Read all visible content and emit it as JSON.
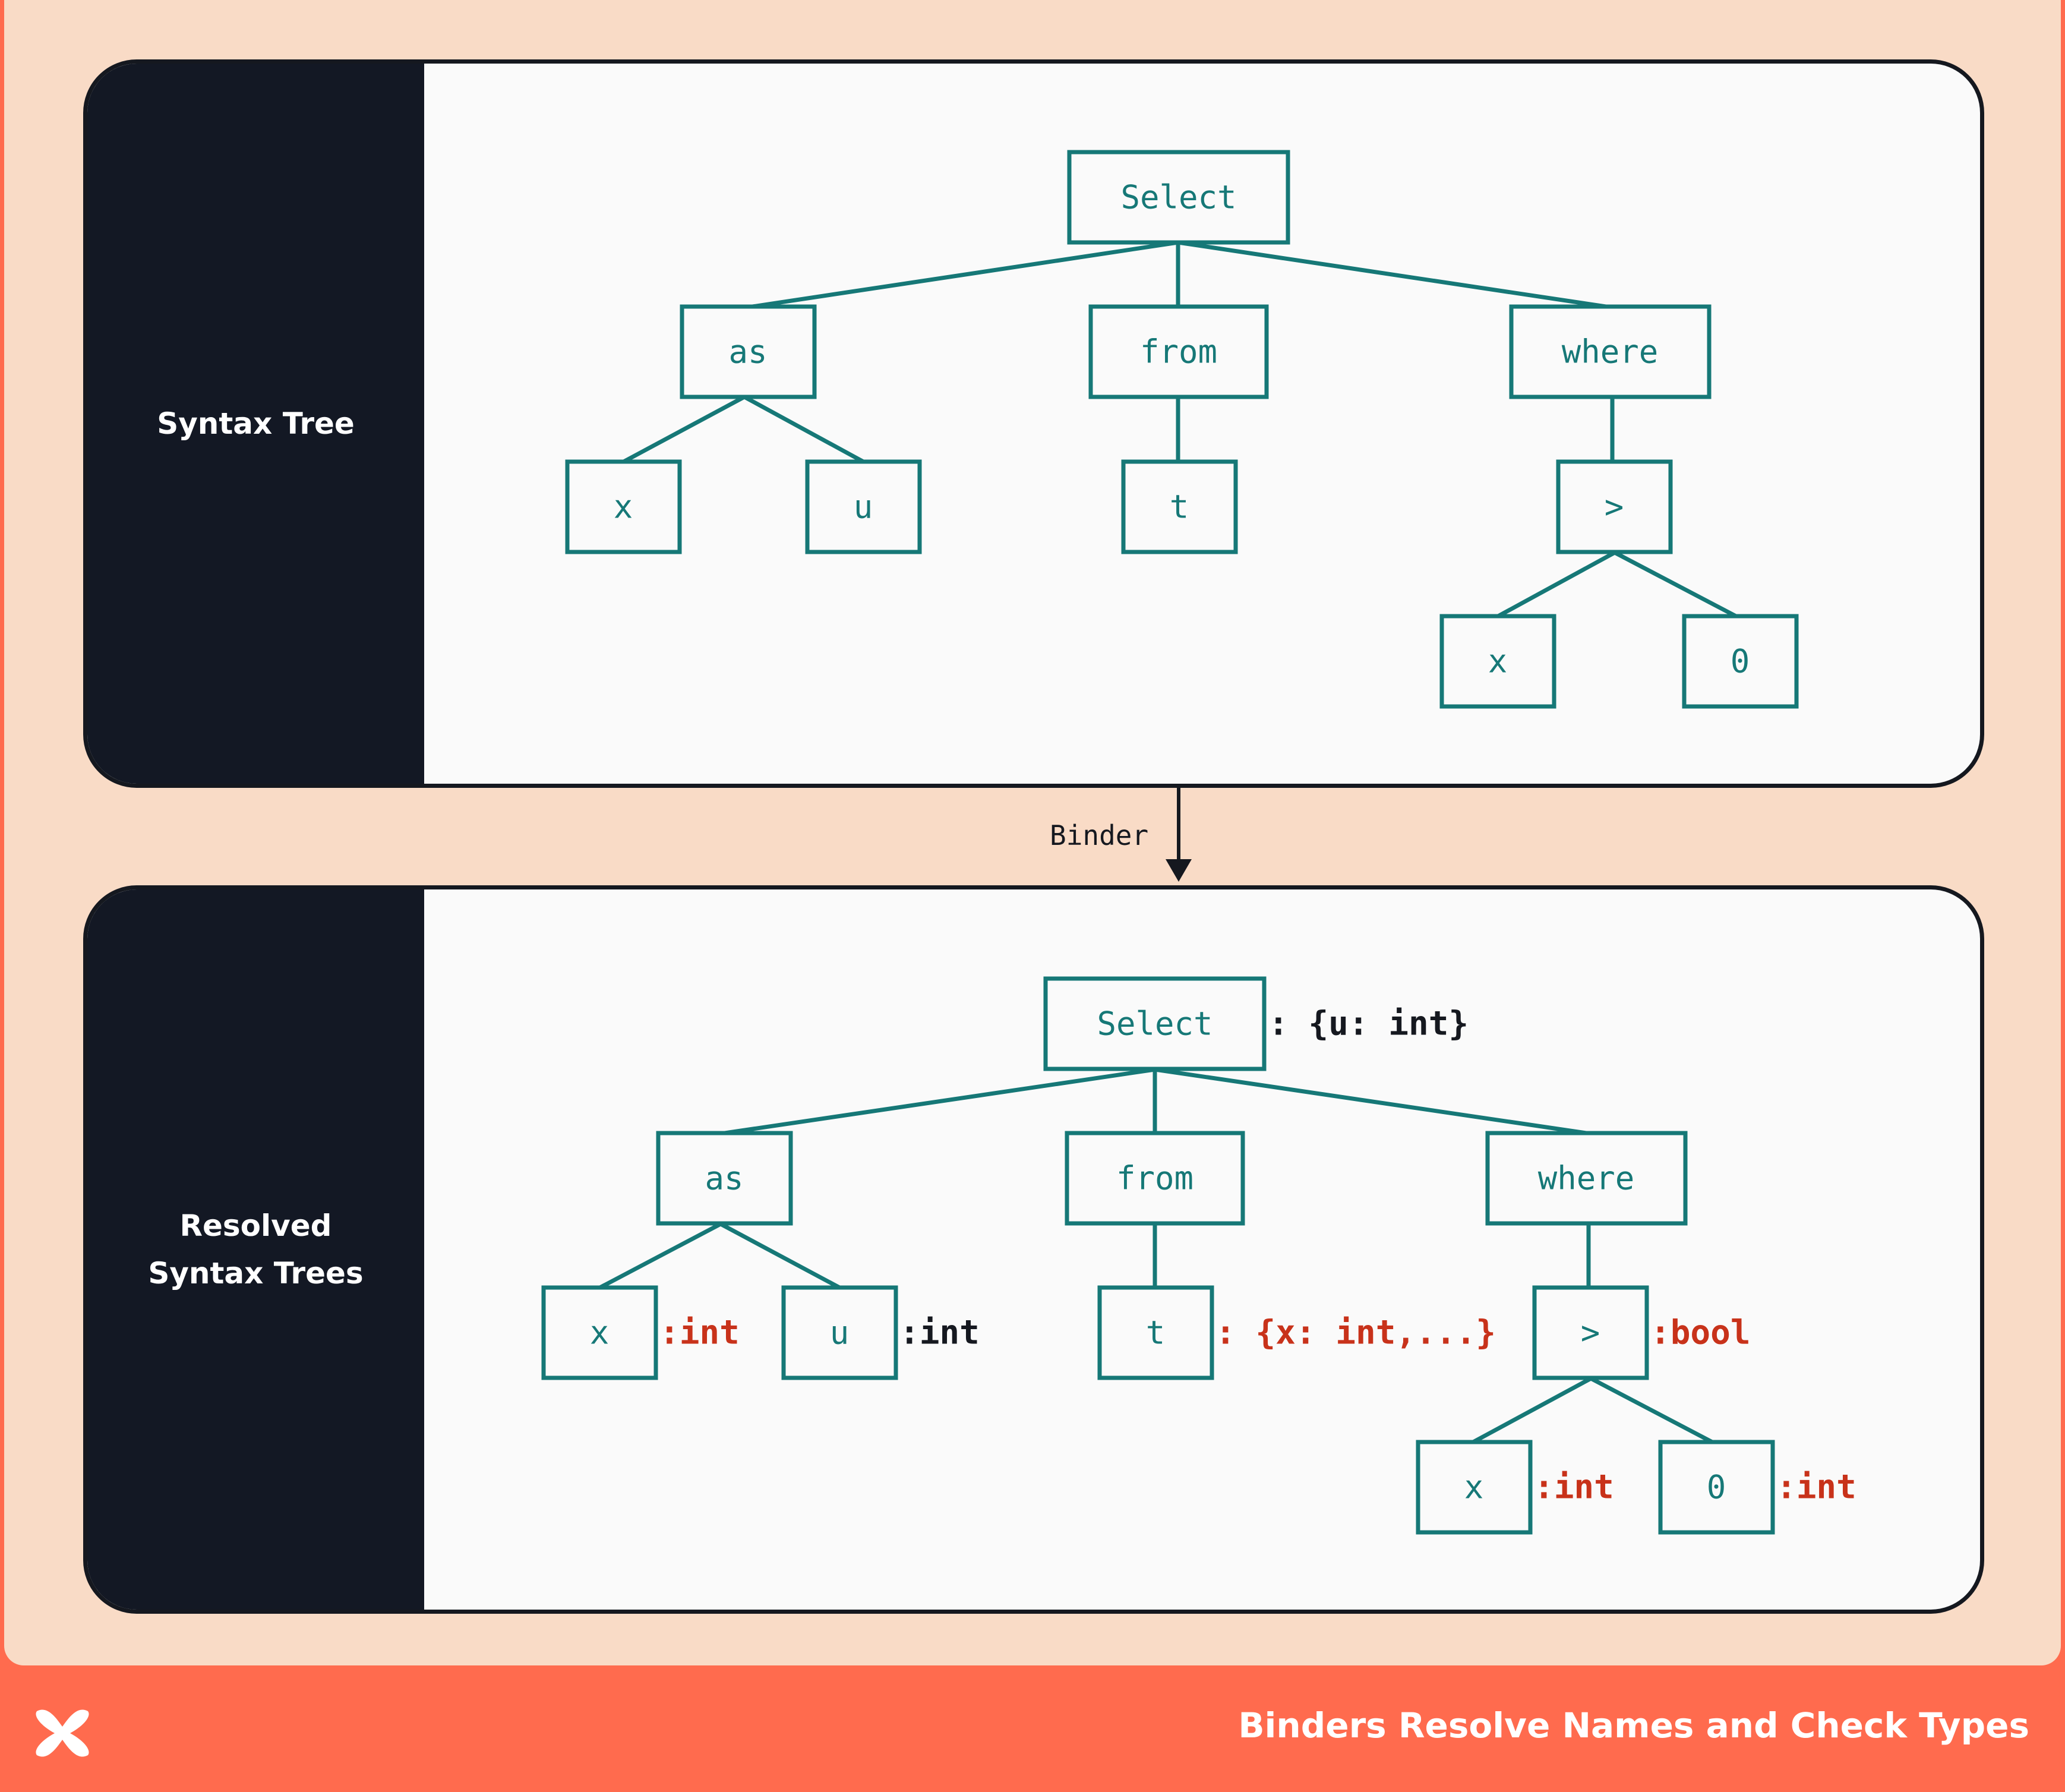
{
  "top_panel": {
    "label": "Syntax Tree",
    "nodes": {
      "select": "Select",
      "as": "as",
      "from": "from",
      "where": "where",
      "x": "x",
      "u": "u",
      "t": "t",
      "gt": ">",
      "x2": "x",
      "zero": "0"
    }
  },
  "bottom_panel": {
    "label": "Resolved\nSyntax Trees",
    "nodes": {
      "select": "Select",
      "as": "as",
      "from": "from",
      "where": "where",
      "x": "x",
      "u": "u",
      "t": "t",
      "gt": ">",
      "x2": "x",
      "zero": "0"
    },
    "annotations": {
      "select": ": {u: int}",
      "x": ":int",
      "u": ":int",
      "t": ": {x: int,...}",
      "gt": ":bool",
      "x2": ":int",
      "zero": ":int"
    }
  },
  "arrow_label": "Binder",
  "footer": {
    "title": "Binders Resolve Names and Check Types",
    "logo_icon": "x-logo-icon"
  },
  "colors": {
    "node_teal": "#167877",
    "annotation_red": "#C8321A",
    "annotation_black": "#15181F",
    "background": "#F9DBC6",
    "accent": "#FF6B4E",
    "sidebar": "#131824"
  }
}
